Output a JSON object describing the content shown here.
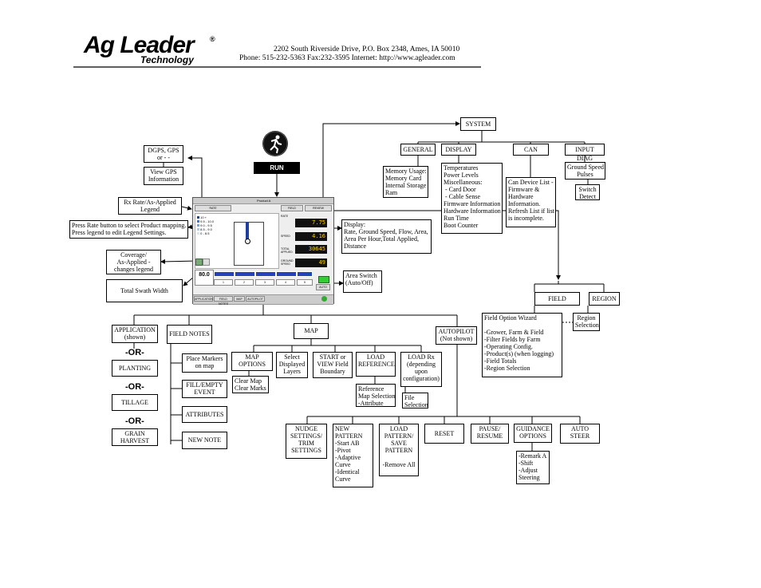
{
  "header": {
    "logo_main": "Ag Leader",
    "logo_sub": "Technology",
    "address": "2202 South Riverside Drive, P.O. Box 2348, Ames, IA  50010",
    "contact": "Phone: 515-232-5363  Fax:232-3595  Internet:  http://www.agleader.com"
  },
  "run": {
    "label": "RUN"
  },
  "system": {
    "label": "SYSTEM",
    "general": {
      "label": "GENERAL",
      "items": "Memory Usage:\nMemory Card\nInternal Storage\nRam"
    },
    "display": {
      "label": "DISPLAY",
      "items": "Temperatures\nPower Levels\nMiscellaneous:\n - Card Door\n - Cable Sense\nFirmware Information\nHardware Information\nRun Time\nBoot Counter"
    },
    "can": {
      "label": "CAN",
      "items": "Can Device List -\nFirmware &\nHardware\nInformation.\nRefresh List if list\nis incomplete."
    },
    "input_diag": {
      "label": "INPUT DIAG",
      "items": "Ground Speed\nPulses",
      "switch": "Switch\nDetect"
    }
  },
  "left": {
    "dgps": "DGPS, GPS\nor - -",
    "view_gps": "View GPS\nInformation",
    "rx_rate": "Rx Rate/As-Applied\nLegend",
    "rate_note": "Press Rate button to select Product mapping.\nPress legend to edit Legend Settings.",
    "coverage": "Coverage/\nAs-Applied -\nchanges legend",
    "swath": "Total Swath Width"
  },
  "right": {
    "display_note": "Display:\nRate, Ground Speed, Flow, Area,\nArea Per Hour,Total Applied,\nDistance",
    "area_switch": "Area Switch\n(Auto/Off)"
  },
  "screen": {
    "title": "Product A",
    "tab1": "RATE",
    "tab2": "FIELD",
    "tab3": "REVIEW",
    "legend": [
      "10 +",
      "9.5 - 10.0",
      "9.0 - 9.5",
      "8.5 - 9.0",
      "0 - 8.5"
    ],
    "readout_1": "7.75",
    "readout_2": "4.16",
    "readout_3": "30645",
    "readout_4": "49",
    "label_1": "RATE",
    "label_2": "SPEED",
    "label_3": "TOTAL APPLIED",
    "label_4": "GROUND SPEED",
    "swath_value": "80.0",
    "sections": [
      "1",
      "2",
      "3",
      "4",
      "5"
    ],
    "bottom_tabs": [
      "APPLICATION",
      "FIELD NOTES",
      "MAP",
      "AUTOPILOT"
    ],
    "auto": "AUTO"
  },
  "field": {
    "label": "FIELD",
    "region": "REGION",
    "wizard": "Field Option Wizard\n\n-Grower, Farm & Field\n-Filter Fields by Farm\n-Operating Config.\n-Product(s) (when logging)\n-Field Totals\n-Region Selection",
    "region_sel": "Region\nSelection"
  },
  "application": {
    "label": "APPLICATION\n(shown)",
    "or": "-OR-",
    "planting": "PLANTING",
    "tillage": "TILLAGE",
    "grain": "GRAIN\nHARVEST"
  },
  "field_notes": {
    "label": "FIELD NOTES",
    "markers": "Place Markers\non map",
    "fill": "FILL/EMPTY\nEVENT",
    "attributes": "ATTRIBUTES",
    "new_note": "NEW NOTE"
  },
  "map": {
    "label": "MAP",
    "options": "MAP\nOPTIONS",
    "clear": "Clear Map\nClear Marks",
    "layers": "Select\nDisplayed\nLayers",
    "boundary": "START or\nVIEW Field\nBoundary",
    "load_ref": "LOAD\nREFERENCE",
    "ref_sel": "Reference\nMap Selection\n-Attribute",
    "load_rx": "LOAD Rx\n(depending\nupon\nconfiguration)",
    "file_sel": "File\nSelection"
  },
  "autopilot": {
    "label": "AUTOPILOT\n(Not shown)",
    "nudge": "NUDGE\nSETTINGS/\nTRIM\nSETTINGS",
    "new_pattern": "NEW\nPATTERN\n-Start AB\n-Pivot\n-Adaptive\nCurve\n-Identical\nCurve",
    "load_pattern": "LOAD\nPATTERN/\nSAVE\nPATTERN\n\n-Remove All",
    "reset": "RESET",
    "pause": "PAUSE/\nRESUME",
    "guidance": "GUIDANCE\nOPTIONS",
    "guidance_sub": "-Remark A\n-Shift\n-Adjust\nSteering",
    "auto_steer": "AUTO\nSTEER"
  }
}
